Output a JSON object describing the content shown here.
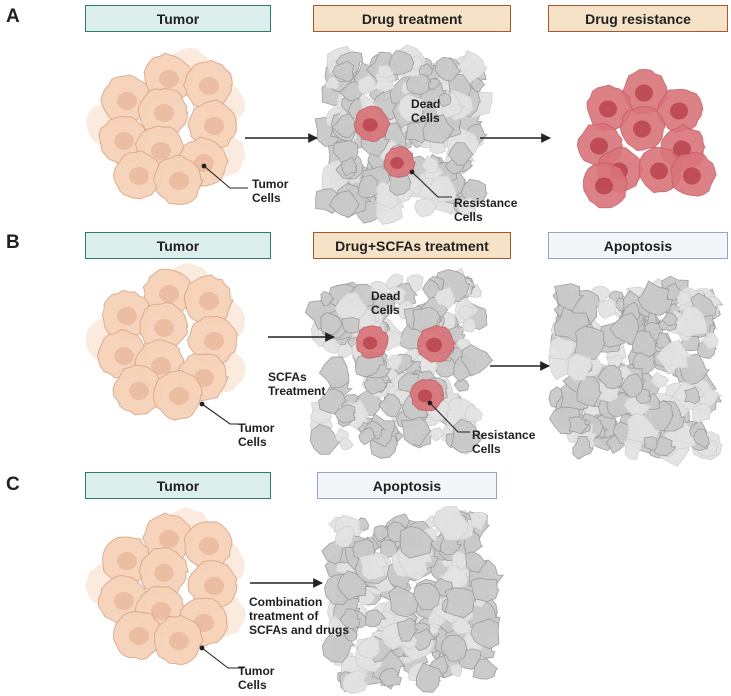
{
  "panels": {
    "A": {
      "letter": "A",
      "boxes": [
        "Tumor",
        "Drug treatment",
        "Drug resistance"
      ],
      "labels": {
        "tumor_cells": [
          "Tumor",
          "Cells"
        ],
        "dead_cells": [
          "Dead",
          "Cells"
        ],
        "resistance_cells": [
          "Resistance",
          "Cells"
        ]
      }
    },
    "B": {
      "letter": "B",
      "boxes": [
        "Tumor",
        "Drug+SCFAs treatment",
        "Apoptosis"
      ],
      "labels": {
        "tumor_cells": [
          "Tumor",
          "Cells"
        ],
        "dead_cells": [
          "Dead",
          "Cells"
        ],
        "resistance_cells": [
          "Resistance",
          "Cells"
        ],
        "treatment": [
          "SCFAs",
          "Treatment"
        ]
      }
    },
    "C": {
      "letter": "C",
      "boxes": [
        "Tumor",
        "Apoptosis"
      ],
      "labels": {
        "tumor_cells": [
          "Tumor",
          "Cells"
        ],
        "treatment": [
          "Combination",
          "treatment of",
          "SCFAs and drugs"
        ]
      }
    }
  },
  "colors": {
    "tumor_cell_fill": "#f6d2b8",
    "tumor_cell_stroke": "#d9a585",
    "tumor_nucleus": "#e8b89c",
    "dead_cell_fill": "#c9c9c9",
    "dead_cell_stroke": "#9a9a9a",
    "resistant_cell_fill": "#d9747a",
    "resistant_nucleus": "#b8444d",
    "arrow": "#222222"
  }
}
